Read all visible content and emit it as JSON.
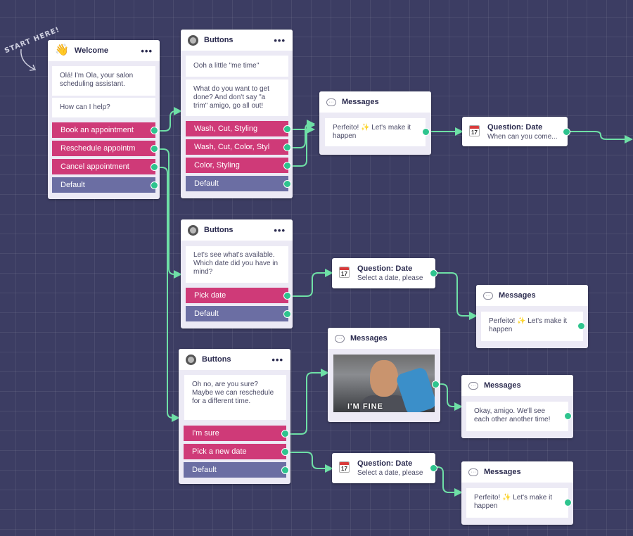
{
  "start_label": "START HERE!",
  "colors": {
    "button": "#cf3a78",
    "default_button": "#6b6ea3",
    "port": "#2ec48e",
    "wire": "#6ee0a6",
    "canvas": "#3c3d63"
  },
  "welcome": {
    "title": "Welcome",
    "menu": "•••",
    "messages": [
      "Olá! I'm Ola, your salon scheduling assistant.",
      "How can I help?"
    ],
    "buttons": [
      "Book an appointment",
      "Reschedule appointm",
      "Cancel appointment",
      "Default"
    ]
  },
  "buttons_top": {
    "title": "Buttons",
    "menu": "•••",
    "messages": [
      "Ooh a little \"me time\"",
      "What do you want to get done? And don't say \"a trim\" amigo, go all out!"
    ],
    "buttons": [
      "Wash, Cut, Styling",
      "Wash, Cut, Color, Styl",
      "Color, Styling",
      "Default"
    ]
  },
  "messages_top": {
    "title": "Messages",
    "text": "Perfeito! ✨ Let's make it happen"
  },
  "question_date_top": {
    "title": "Question: Date",
    "subtitle": "When can you come...",
    "cal_num": "17"
  },
  "buttons_mid": {
    "title": "Buttons",
    "menu": "•••",
    "message": "Let's see what's available. Which date did you have in mind?",
    "buttons": [
      "Pick date",
      "Default"
    ]
  },
  "question_date_mid": {
    "title": "Question: Date",
    "subtitle": "Select a date, please",
    "cal_num": "17"
  },
  "messages_mid": {
    "title": "Messages",
    "text": "Perfeito! ✨ Let's make it happen"
  },
  "buttons_bottom": {
    "title": "Buttons",
    "menu": "•••",
    "message": "Oh no, are you sure? Maybe we can reschedule for a different time.",
    "buttons": [
      "I'm sure",
      "Pick a new date",
      "Default"
    ]
  },
  "messages_gif": {
    "title": "Messages",
    "gif_caption": "I'M FINE"
  },
  "messages_okay": {
    "title": "Messages",
    "text": "Okay, amigo. We'll see each other another time!"
  },
  "question_date_bottom": {
    "title": "Question: Date",
    "subtitle": "Select a date, please",
    "cal_num": "17"
  },
  "messages_bottom": {
    "title": "Messages",
    "text": "Perfeito! ✨ Let's make it happen"
  }
}
